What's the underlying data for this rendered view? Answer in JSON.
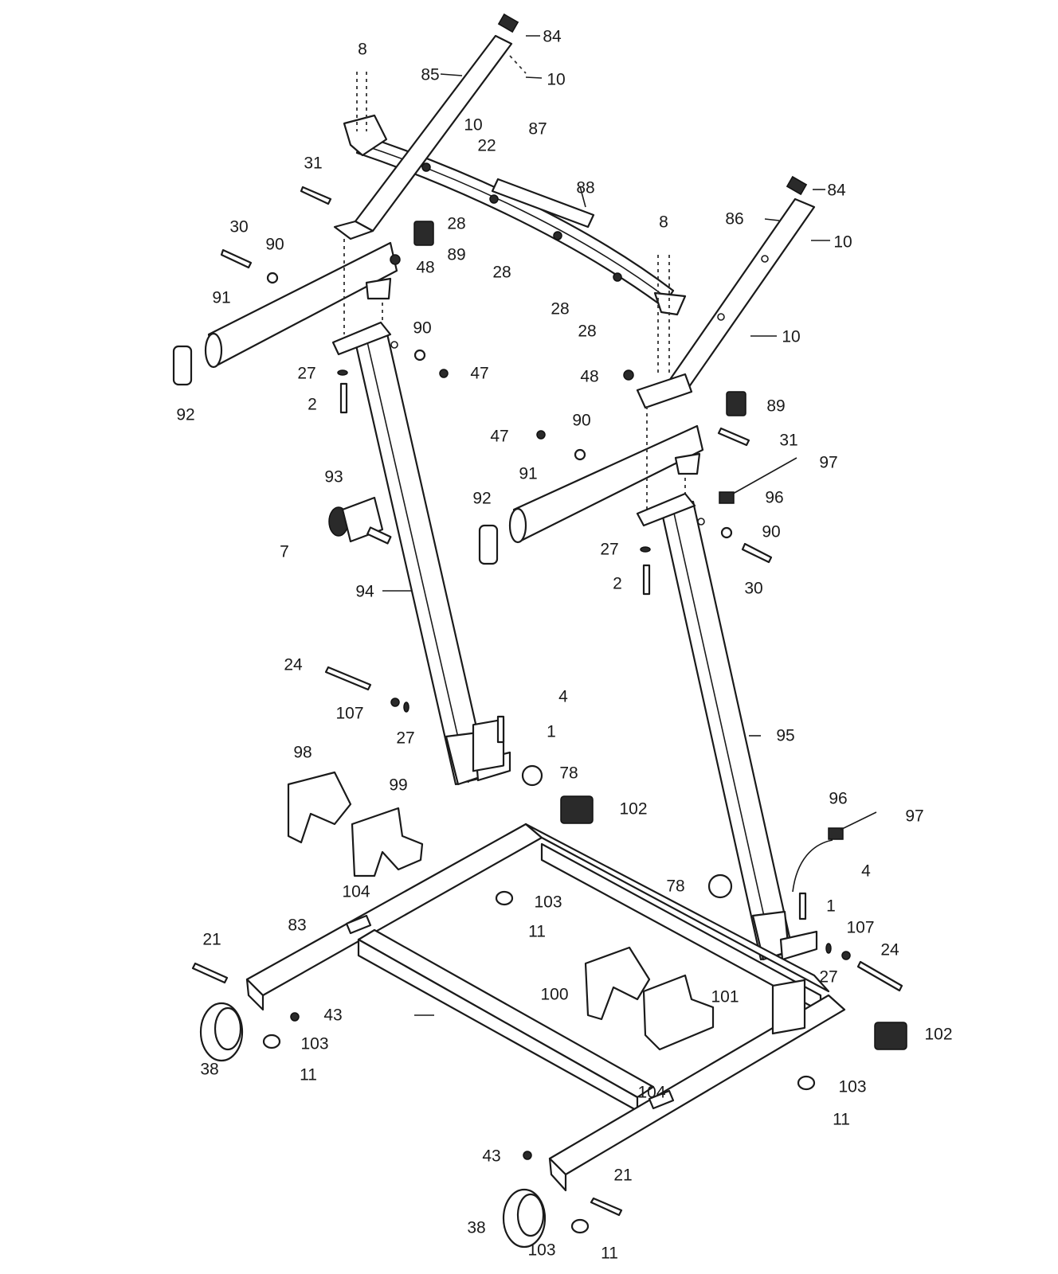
{
  "diagram": {
    "title": "Treadmill upright and base frame exploded parts view",
    "ink_color": "#1a1a1a",
    "background": "#ffffff",
    "callouts": [
      {
        "id": "c84a",
        "text": "84"
      },
      {
        "id": "c8a",
        "text": "8"
      },
      {
        "id": "c85",
        "text": "85"
      },
      {
        "id": "c10a",
        "text": "10"
      },
      {
        "id": "c10b",
        "text": "10"
      },
      {
        "id": "c87",
        "text": "87"
      },
      {
        "id": "c22",
        "text": "22"
      },
      {
        "id": "c31a",
        "text": "31"
      },
      {
        "id": "c88",
        "text": "88"
      },
      {
        "id": "c84b",
        "text": "84"
      },
      {
        "id": "c28a",
        "text": "28"
      },
      {
        "id": "c30a",
        "text": "30"
      },
      {
        "id": "c90a",
        "text": "90"
      },
      {
        "id": "c48a",
        "text": "48"
      },
      {
        "id": "c89a",
        "text": "89"
      },
      {
        "id": "c8b",
        "text": "8"
      },
      {
        "id": "c86",
        "text": "86"
      },
      {
        "id": "c10c",
        "text": "10"
      },
      {
        "id": "c28b",
        "text": "28"
      },
      {
        "id": "c28c",
        "text": "28"
      },
      {
        "id": "c28d",
        "text": "28"
      },
      {
        "id": "c91a",
        "text": "91"
      },
      {
        "id": "c90b",
        "text": "90"
      },
      {
        "id": "c10d",
        "text": "10"
      },
      {
        "id": "c47a",
        "text": "47"
      },
      {
        "id": "c27a",
        "text": "27"
      },
      {
        "id": "c48b",
        "text": "48"
      },
      {
        "id": "c92a",
        "text": "92"
      },
      {
        "id": "c2a",
        "text": "2"
      },
      {
        "id": "c89b",
        "text": "89"
      },
      {
        "id": "c47b",
        "text": "47"
      },
      {
        "id": "c90c",
        "text": "90"
      },
      {
        "id": "c31b",
        "text": "31"
      },
      {
        "id": "c97a",
        "text": "97"
      },
      {
        "id": "c93",
        "text": "93"
      },
      {
        "id": "c91b",
        "text": "91"
      },
      {
        "id": "c92b",
        "text": "92"
      },
      {
        "id": "c96a",
        "text": "96"
      },
      {
        "id": "c90d",
        "text": "90"
      },
      {
        "id": "c7",
        "text": "7"
      },
      {
        "id": "c27b",
        "text": "27"
      },
      {
        "id": "c30b",
        "text": "30"
      },
      {
        "id": "c94",
        "text": "94"
      },
      {
        "id": "c2b",
        "text": "2"
      },
      {
        "id": "c24a",
        "text": "24"
      },
      {
        "id": "c4a",
        "text": "4"
      },
      {
        "id": "c107a",
        "text": "107"
      },
      {
        "id": "c1a",
        "text": "1"
      },
      {
        "id": "c27c",
        "text": "27"
      },
      {
        "id": "c95",
        "text": "95"
      },
      {
        "id": "c98",
        "text": "98"
      },
      {
        "id": "c78a",
        "text": "78"
      },
      {
        "id": "c99",
        "text": "99"
      },
      {
        "id": "c102a",
        "text": "102"
      },
      {
        "id": "c96b",
        "text": "96"
      },
      {
        "id": "c97b",
        "text": "97"
      },
      {
        "id": "c4b",
        "text": "4"
      },
      {
        "id": "c78b",
        "text": "78"
      },
      {
        "id": "c104a",
        "text": "104"
      },
      {
        "id": "c103a",
        "text": "103"
      },
      {
        "id": "c1b",
        "text": "1"
      },
      {
        "id": "c107b",
        "text": "107"
      },
      {
        "id": "c11a",
        "text": "11"
      },
      {
        "id": "c21a",
        "text": "21"
      },
      {
        "id": "c83",
        "text": "83"
      },
      {
        "id": "c24b",
        "text": "24"
      },
      {
        "id": "c27d",
        "text": "27"
      },
      {
        "id": "c100",
        "text": "100"
      },
      {
        "id": "c101",
        "text": "101"
      },
      {
        "id": "c43a",
        "text": "43"
      },
      {
        "id": "c102b",
        "text": "102"
      },
      {
        "id": "c103b",
        "text": "103"
      },
      {
        "id": "c38a",
        "text": "38"
      },
      {
        "id": "c11b",
        "text": "11"
      },
      {
        "id": "c104b",
        "text": "104"
      },
      {
        "id": "c103c",
        "text": "103"
      },
      {
        "id": "c11c",
        "text": "11"
      },
      {
        "id": "c43b",
        "text": "43"
      },
      {
        "id": "c21b",
        "text": "21"
      },
      {
        "id": "c38b",
        "text": "38"
      },
      {
        "id": "c103d",
        "text": "103"
      },
      {
        "id": "c11d",
        "text": "11"
      }
    ]
  }
}
